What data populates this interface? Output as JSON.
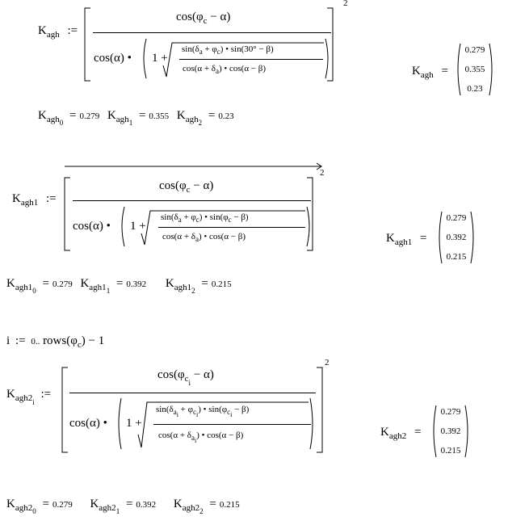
{
  "block1": {
    "lhs": "K",
    "lhs_sub": "agh",
    "assign": ":=",
    "numerator": "cos(φ",
    "numerator_sub": "c",
    "numerator_tail": " − α)",
    "den_cos": "cos(α)",
    "dot": "•",
    "one_plus": "1 +",
    "inner_num": "sin(δ",
    "inner_num_sub1": "a",
    "inner_num_mid": " + φ",
    "inner_num_sub2": "c",
    "inner_num_tail": ") • sin(30° − β)",
    "inner_den": "cos(α + δ",
    "inner_den_sub": "a",
    "inner_den_tail": ") • cos(α − β)",
    "exponent": "2",
    "result_lhs": "K",
    "result_sub": "agh",
    "equals": "=",
    "vector": [
      "0.279",
      "0.355",
      "0.23"
    ],
    "elements": [
      {
        "name": "K",
        "sub": "agh",
        "idx": "0",
        "value": "0.279"
      },
      {
        "name": "K",
        "sub": "agh",
        "idx": "1",
        "value": "0.355"
      },
      {
        "name": "K",
        "sub": "agh",
        "idx": "2",
        "value": "0.23"
      }
    ]
  },
  "block2": {
    "lhs": "K",
    "lhs_sub": "agh1",
    "assign": ":=",
    "numerator": "cos(φ",
    "numerator_sub": "c",
    "numerator_tail": " − α)",
    "den_cos": "cos(α)",
    "dot": "•",
    "one_plus": "1 +",
    "inner_num": "sin(δ",
    "inner_num_sub1": "a",
    "inner_num_mid": " + φ",
    "inner_num_sub2": "c",
    "inner_num_tail": ") • sin(φ",
    "inner_num_sub3": "c",
    "inner_num_tail2": " − β)",
    "inner_den": "cos(α + δ",
    "inner_den_sub": "a",
    "inner_den_tail": ") • cos(α − β)",
    "exponent": "2",
    "result_lhs": "K",
    "result_sub": "agh1",
    "equals": "=",
    "vector": [
      "0.279",
      "0.392",
      "0.215"
    ],
    "elements": [
      {
        "name": "K",
        "sub": "agh1",
        "idx": "0",
        "value": "0.279"
      },
      {
        "name": "K",
        "sub": "agh1",
        "idx": "1",
        "value": "0.392"
      },
      {
        "name": "K",
        "sub": "agh1",
        "idx": "2",
        "value": "0.215"
      }
    ]
  },
  "range_def": {
    "var": "i",
    "assign": ":=",
    "start": "0",
    "dots": "..",
    "func": "rows(φ",
    "func_sub": "c",
    "tail": ") − 1"
  },
  "block3": {
    "lhs": "K",
    "lhs_sub": "agh2",
    "lhs_idx": "i",
    "assign": ":=",
    "numerator": "cos(φ",
    "numerator_sub": "c",
    "numerator_idx": "i",
    "numerator_tail": " − α)",
    "den_cos": "cos(α)",
    "dot": "•",
    "one_plus": "1 +",
    "inner_num": "sin(δ",
    "inner_num_sub1": "a",
    "inner_num_idx1": "i",
    "inner_num_mid": " + φ",
    "inner_num_sub2": "c",
    "inner_num_idx2": "i",
    "inner_num_tail": ") • sin(φ",
    "inner_num_sub3": "c",
    "inner_num_idx3": "i",
    "inner_num_tail2": " − β)",
    "inner_den": "cos(α + δ",
    "inner_den_sub": "a",
    "inner_den_idx": "i",
    "inner_den_tail": ") • cos(α − β)",
    "exponent": "2",
    "result_lhs": "K",
    "result_sub": "agh2",
    "equals": "=",
    "vector": [
      "0.279",
      "0.392",
      "0.215"
    ],
    "elements": [
      {
        "name": "K",
        "sub": "agh2",
        "idx": "0",
        "value": "0.279"
      },
      {
        "name": "K",
        "sub": "agh2",
        "idx": "1",
        "value": "0.392"
      },
      {
        "name": "K",
        "sub": "agh2",
        "idx": "2",
        "value": "0.215"
      }
    ]
  }
}
